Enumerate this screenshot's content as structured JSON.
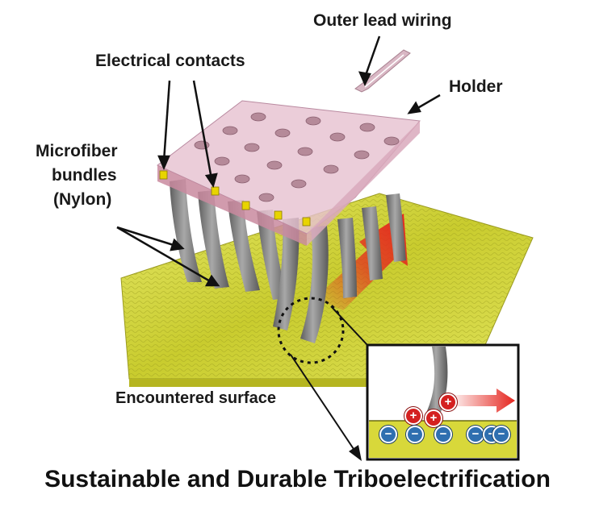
{
  "labels": {
    "outer_lead_wiring": "Outer lead wiring",
    "electrical_contacts": "Electrical contacts",
    "holder": "Holder",
    "microfiber_line1": "Microfiber",
    "microfiber_line2": "bundles",
    "microfiber_line3": "(Nylon)",
    "encountered_surface": "Encountered surface"
  },
  "caption": "Sustainable and Durable Triboelectrification",
  "inset": {
    "positive_charge_symbol": "+",
    "negative_charge_symbol": "−",
    "positive_count": 3,
    "negative_count": 6
  },
  "colors": {
    "surface": "#d8d83a",
    "fiber": "#8a8a8a",
    "holder": "#e8c4d2",
    "contact": "#e8d400",
    "arrow": "#e5251e",
    "positive": "#d42020",
    "negative": "#2f6fb0"
  }
}
